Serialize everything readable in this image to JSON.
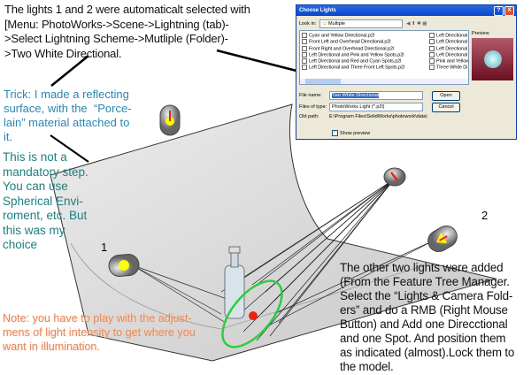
{
  "annotations": {
    "top": "The lights 1 and 2 were automaticalt selected with\n[Menu: PhotoWorks->Scene->Lightning (tab)-\n>Select Lightning Scheme->Mutliple (Folder)-\n>Two White Directional.",
    "trick": "Trick: I made a reflecting\nsurface, with the  “Porce-\nlain” material attached to\nit.",
    "mandatory": "This is not a\nmandatory step.\nYou can use\nSpherical Envi-\nroment, etc. But\nthis was my\nchoice",
    "note": "Note: you have to play with the adjust-\nmens of light intensity to get where you\nwant in illumination.",
    "other": "The other two lights were added\n(From the Feature Tree Manager.\nSelect the “Lights & Camera Fold-\ners” and do a RMB (Right Mouse\nButton) and Add one Direcctional\nand one Spot. And position them\nas indicated (almost).Lock them to\nthe model.",
    "light1_label": "1",
    "light2_label": "2"
  },
  "dialog": {
    "title": "Choose Lights",
    "look_in_label": "Look in:",
    "look_in_value": "Multiple",
    "files_col1": [
      "Cyan and Yellow Directional.p2l",
      "Front Left and Overhead Directional.p2l",
      "Front Right and Overhead Directional.p2l",
      "Left Directional and Pink and Yellow Spots.p2l",
      "Left Directional and Red and Cyan Spots.p2l",
      "Left Directional and Three Front Left Spots.p2l"
    ],
    "files_col2": [
      "Left Directional",
      "Left Directional",
      "Left Directional",
      "Left Directional",
      "Pink and Yellow",
      "Three White Di"
    ],
    "preview_label": "Preview",
    "file_name_label": "File name:",
    "file_name_value": "Two White Directional",
    "files_of_type_label": "Files of type:",
    "files_of_type_value": "PhotoWorks Light (*.p2l)",
    "old_path_label": "Old path:",
    "old_path_value": "E:\\Program Files\\SolidWorks\\photowork\\data\\",
    "open": "Open",
    "cancel": "Cancel",
    "show_preview": "Show preview",
    "help": "?",
    "close": "X"
  }
}
